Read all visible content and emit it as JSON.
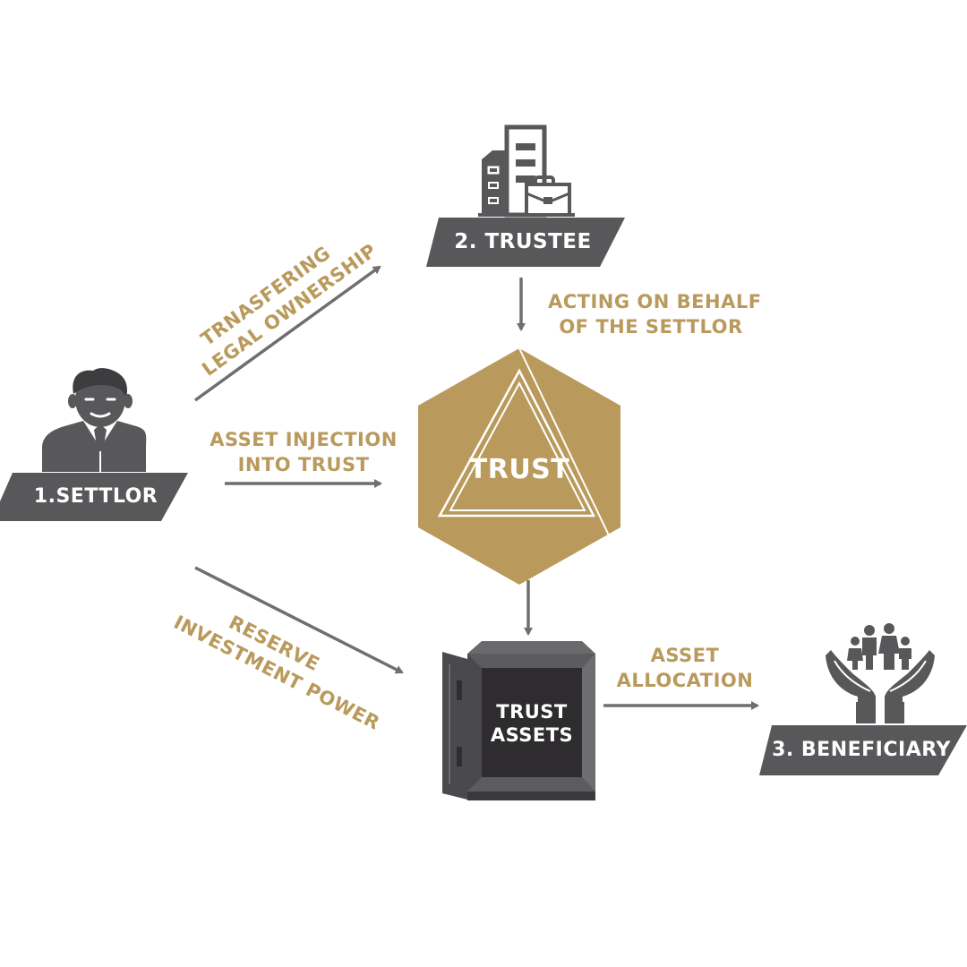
{
  "colors": {
    "dark": "#58585a",
    "darker": "#3d3d3f",
    "gold": "#b99a5c",
    "arrow": "#6f6f71",
    "white": "#ffffff"
  },
  "icons": {
    "settlor": "businessman-icon",
    "trustee": "office-building-briefcase-icon",
    "assets": "open-safe-icon",
    "beneficiary": "family-in-hands-icon"
  },
  "nodes": {
    "settlor": {
      "label": "1.SETTLOR"
    },
    "trustee": {
      "label": "2. TRUSTEE"
    },
    "trust": {
      "label": "TRUST"
    },
    "assets": {
      "line1": "TRUST",
      "line2": "ASSETS"
    },
    "beneficiary": {
      "label": "3. BENEFICIARY"
    }
  },
  "edges": {
    "legal_ownership": {
      "line1": "TRNASFERING",
      "line2": "LEGAL OWNERSHIP"
    },
    "acting_on_behalf": {
      "line1": "ACTING ON BEHALF",
      "line2": "OF THE SETTLOR"
    },
    "asset_injection": {
      "line1": "ASSET INJECTION",
      "line2": "INTO TRUST"
    },
    "reserve_power": {
      "line1": "RESERVE",
      "line2": "INVESTMENT POWER"
    },
    "asset_allocation": {
      "line1": "ASSET",
      "line2": "ALLOCATION"
    }
  }
}
